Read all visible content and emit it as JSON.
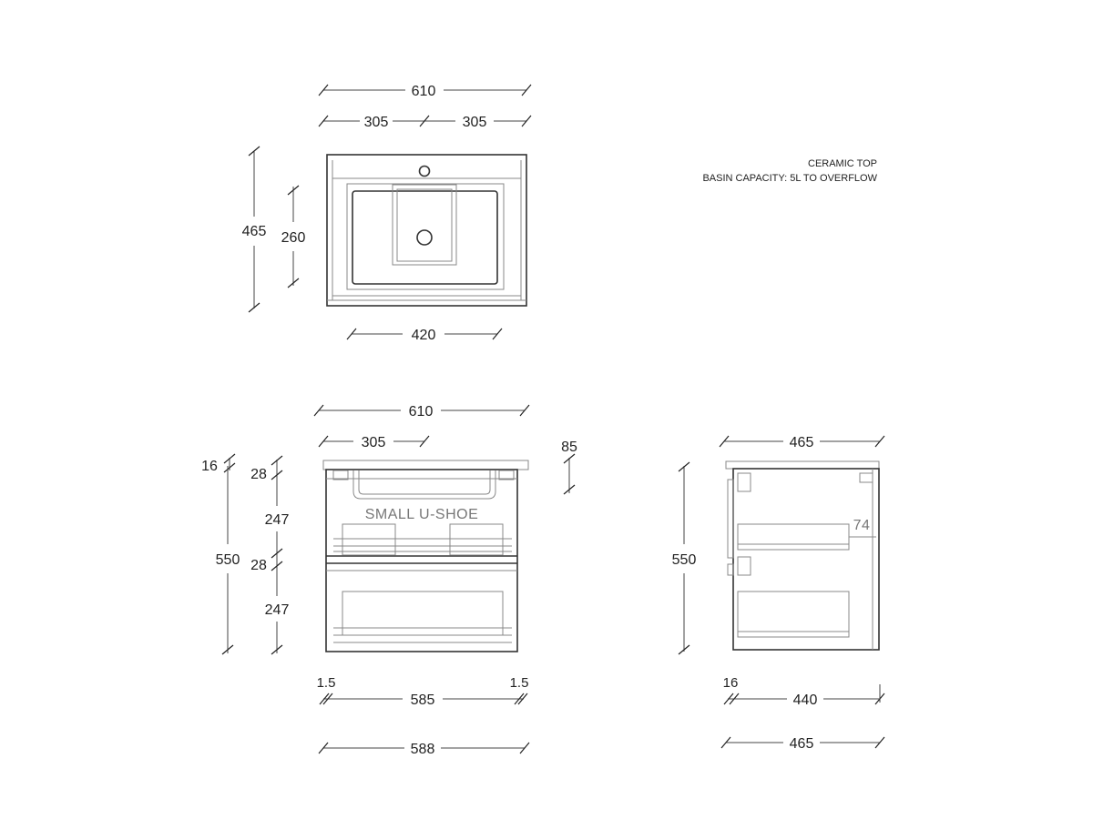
{
  "notes": {
    "line1": "CERAMIC TOP",
    "line2": "BASIN CAPACITY: 5L TO OVERFLOW"
  },
  "top_view": {
    "overall_width": "610",
    "half_left": "305",
    "half_right": "305",
    "depth": "465",
    "basin_depth": "260",
    "basin_width": "420"
  },
  "front_view": {
    "overall_width": "610",
    "half_width": "305",
    "top_thickness": "16",
    "top_height": "85",
    "overall_height": "550",
    "rail_top": "28",
    "drawer_top": "247",
    "rail_mid": "28",
    "drawer_bottom": "247",
    "gap_left": "1.5",
    "gap_right": "1.5",
    "drawer_width": "585",
    "carcass_width": "588",
    "drawer_label": "SMALL U-SHOE"
  },
  "side_view": {
    "top_depth": "465",
    "overall_height": "550",
    "shoe_depth": "74",
    "front_thickness": "16",
    "carcass_depth": "440",
    "overall_depth": "465"
  },
  "colors": {
    "line": "#444444",
    "text": "#222222",
    "label": "#777777"
  }
}
